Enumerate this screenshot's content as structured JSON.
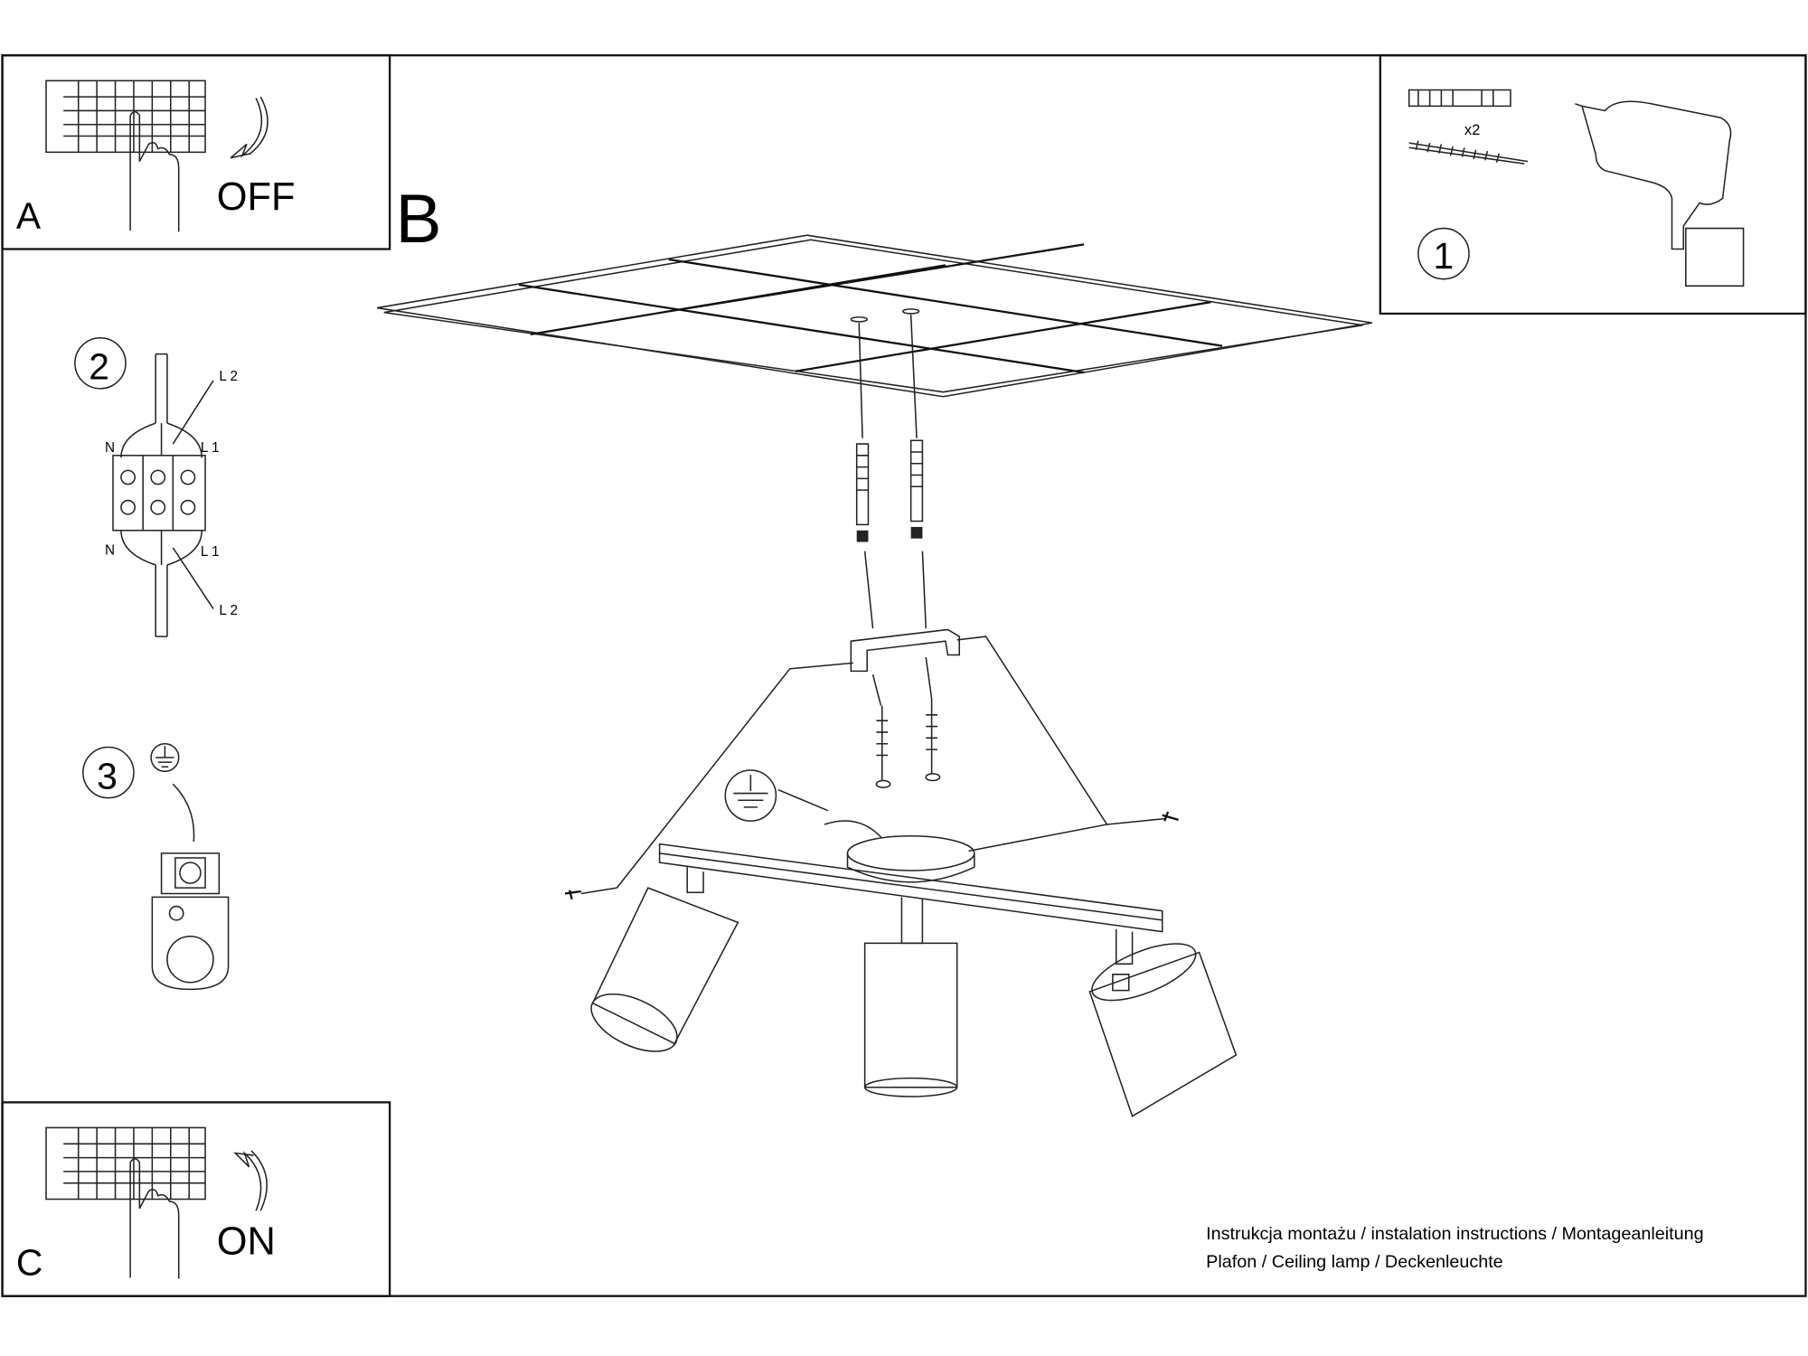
{
  "panel_a": {
    "letter": "A",
    "state": "OFF"
  },
  "panel_b": {
    "letter": "B"
  },
  "panel_c": {
    "letter": "C",
    "state": "ON"
  },
  "step1": {
    "number": "1",
    "quantity": "x2"
  },
  "step2": {
    "number": "2",
    "labels": {
      "l2_top": "L 2",
      "n_top": "N",
      "l1_top": "L 1",
      "n_bottom": "N",
      "l1_bottom": "L 1",
      "l2_bottom": "L 2"
    }
  },
  "step3": {
    "number": "3"
  },
  "footer": {
    "line1": "Instrukcja montażu / instalation instructions / Montageanleitung",
    "line2": "Plafon / Ceiling lamp / Deckenleuchte"
  }
}
